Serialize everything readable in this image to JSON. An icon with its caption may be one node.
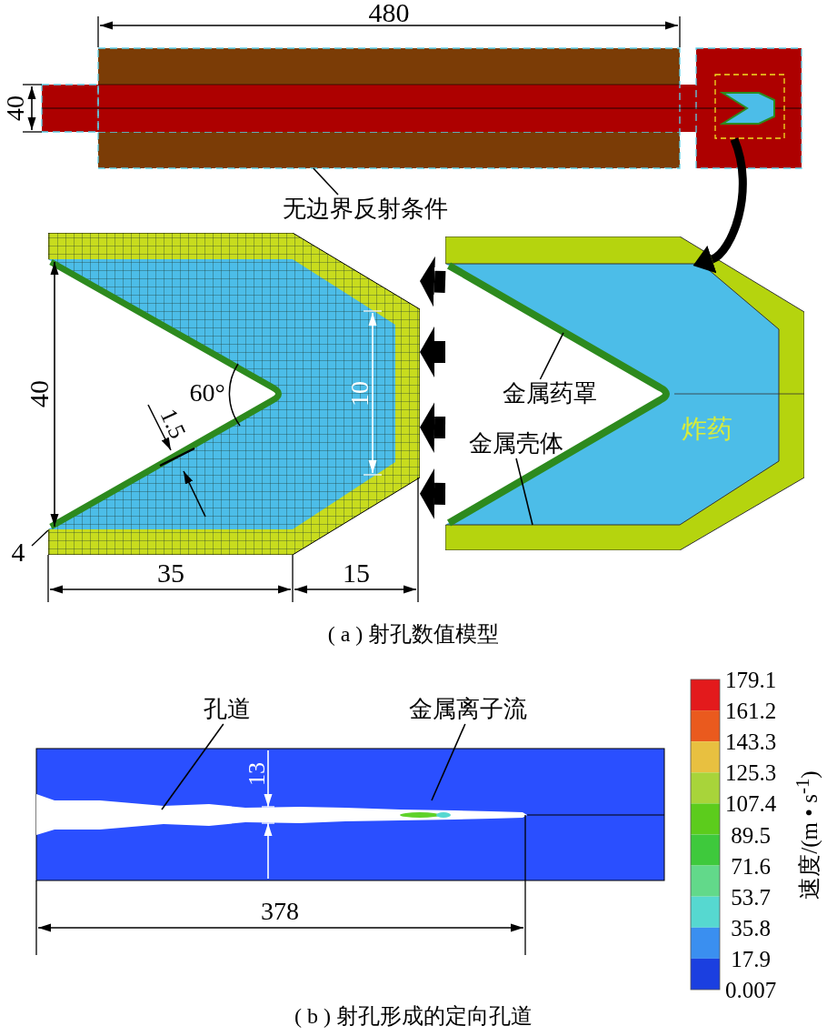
{
  "diagram": {
    "nodes": [
      {
        "text": [],
        "shape": "box"
      },
      {
        "text": [],
        "shape": "picture"
      },
      {
        "text": [
          "无边界反射条件"
        ]
      },
      {
        "text": [],
        "shape": "picture"
      },
      {
        "text": [],
        "shape": "picture"
      },
      {
        "text": [
          "金属药罩"
        ],
        "in": 4
      },
      {
        "text": [
          "金属壳体"
        ],
        "in": 4
      },
      {
        "text": [
          "孔道"
        ]
      },
      {
        "text": [
          "金属离子流"
        ]
      }
    ],
    "edges": [
      {
        "from": 2,
        "to": 0,
        "arrow": "none"
      },
      {
        "from": 1,
        "to": 4,
        "arrow": "to",
        "style": "thick"
      },
      {
        "from": 4,
        "to": 3,
        "arrow": "to",
        "style": "thick"
      },
      {
        "from": 4,
        "to": 3,
        "arrow": "to",
        "style": "thick"
      },
      {
        "from": 4,
        "to": 3,
        "arrow": "to",
        "style": "thick"
      },
      {
        "from": 4,
        "to": 3,
        "arrow": "to",
        "style": "thick"
      },
      {
        "from": 5,
        "to": 4,
        "arrow": "none"
      },
      {
        "from": 6,
        "to": 4,
        "arrow": "none"
      },
      {
        "from": 7,
        "to": null,
        "arrow": "none"
      },
      {
        "from": 8,
        "to": null,
        "arrow": "none"
      }
    ],
    "labels": [
      "480",
      "40",
      "40",
      "60°",
      "1.5",
      "10",
      "4",
      "35",
      "15",
      "炸药",
      "( a ) 射孔数值模型",
      "13",
      "378",
      "179.1",
      "161.2",
      "143.3",
      "125.3",
      "107.4",
      "89.5",
      "71.6",
      "53.7",
      "35.8",
      "17.9",
      "0.007",
      "速度/(m • s$^{-1}$)",
      "( b ) 射孔形成的定向孔道"
    ]
  }
}
